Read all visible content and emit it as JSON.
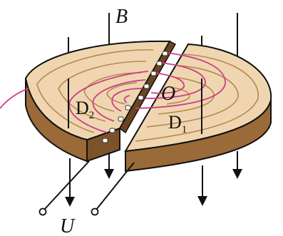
{
  "labels": {
    "field": "B",
    "center": "O",
    "dee_left": "D",
    "dee_left_sub": "2",
    "dee_right": "D",
    "dee_right_sub": "1",
    "voltage": "U"
  },
  "colors": {
    "disk_top": "#f0d6b0",
    "disk_side": "#9a6a38",
    "wood_ring": "#b48852",
    "trajectory": "#cc3d8a",
    "field_line": "#111111",
    "particle": "#ffffff"
  },
  "icons": {
    "field_arrow": "down-arrow",
    "terminal": "open-circle-terminal"
  }
}
